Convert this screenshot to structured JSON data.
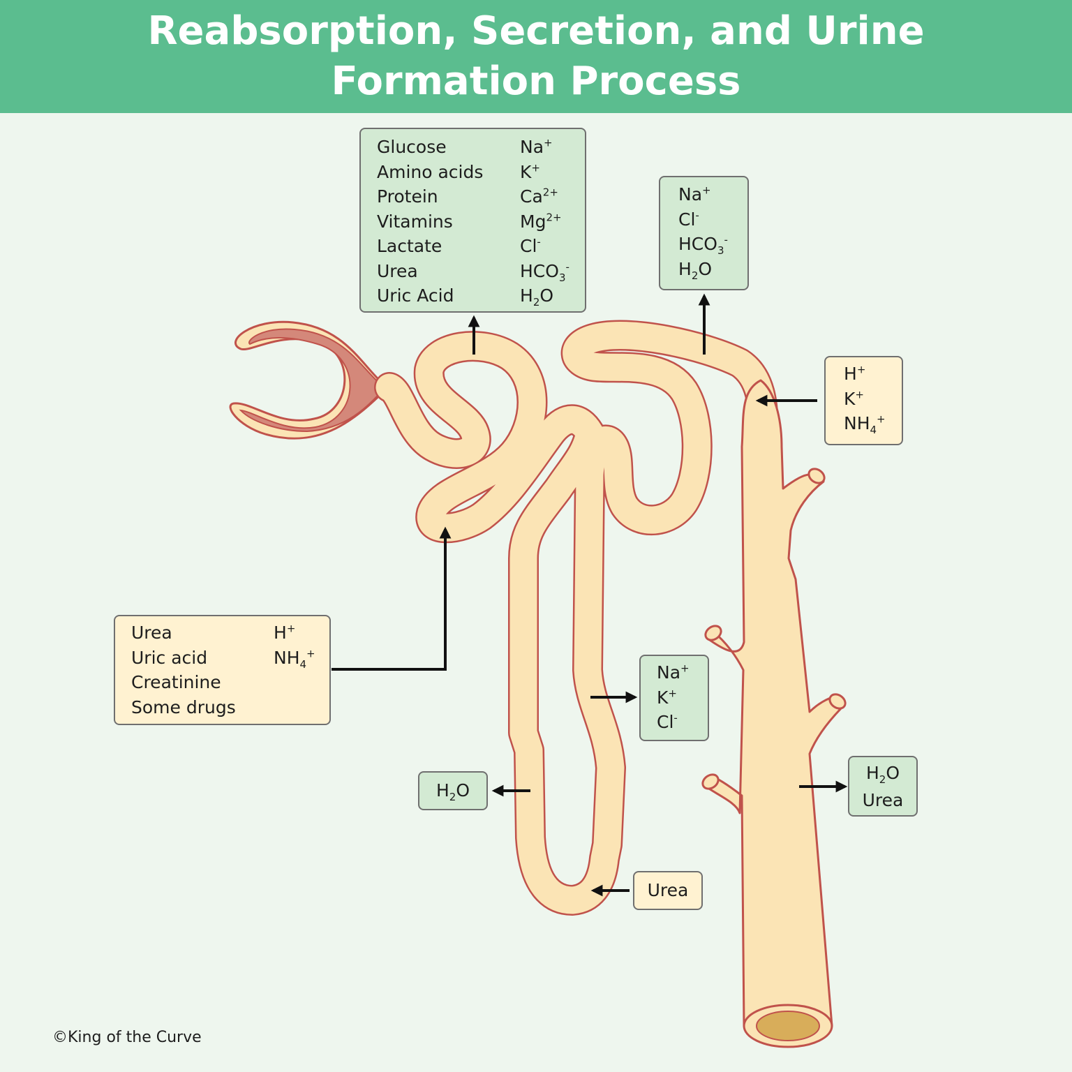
{
  "title": {
    "line1": "Reabsorption, Secretion, and Urine",
    "line2": "Formation Process"
  },
  "colors": {
    "header": "#5bbd8f",
    "background": "#eef6ee",
    "tubule_fill": "#fbe4b5",
    "tubule_outline": "#c0524b",
    "glomerular_capsule": "#d4887a",
    "reabsorbed_box": "#d3ead3",
    "secreted_box": "#fff2d1",
    "arrow": "#111111"
  },
  "boxes": {
    "pct_reabsorption": {
      "left_items": [
        "Glucose",
        "Amino acids",
        "Protein",
        "Vitamins",
        "Lactate",
        "Urea",
        "Uric Acid"
      ],
      "right_items": [
        "Na+",
        "K+",
        "Ca2+",
        "Mg2+",
        "Cl-",
        "HCO3-",
        "H2O"
      ]
    },
    "dct_reabsorption": {
      "items": [
        "Na+",
        "Cl-",
        "HCO3-",
        "H2O"
      ]
    },
    "collecting_secretion": {
      "items": [
        "H+",
        "K+",
        "NH4+"
      ]
    },
    "pct_secretion": {
      "left_items": [
        "Urea",
        "Uric acid",
        "Creatinine",
        "Some drugs"
      ],
      "right_items": [
        "H+",
        "NH4+"
      ]
    },
    "ascending_limb_reabsorption": {
      "items": [
        "Na+",
        "K+",
        "Cl-"
      ]
    },
    "descending_limb_reabsorption": {
      "items": [
        "H2O"
      ]
    },
    "loop_urea_secretion": {
      "items": [
        "Urea"
      ]
    },
    "collecting_duct_reabsorption": {
      "items": [
        "H2O",
        "Urea"
      ]
    }
  },
  "footer": {
    "copyright": "©King of the Curve"
  }
}
